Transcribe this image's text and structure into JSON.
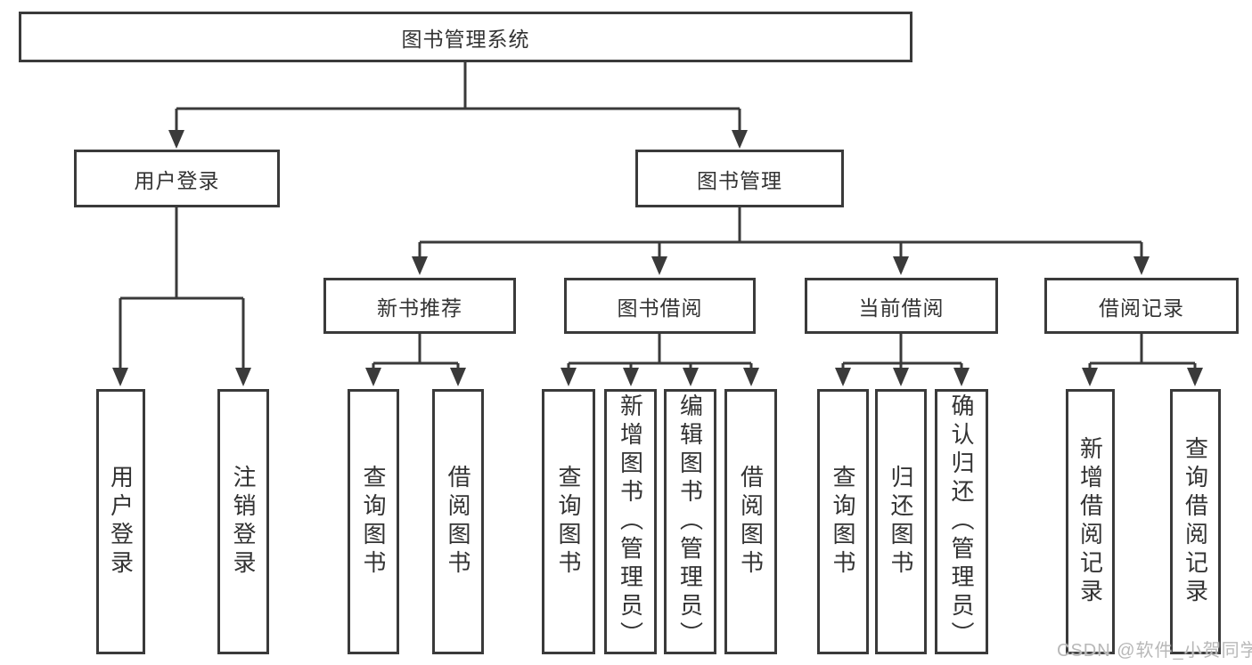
{
  "tree": {
    "root": "图书管理系统",
    "login": {
      "label": "用户登录",
      "children": [
        "用户登录",
        "注销登录"
      ]
    },
    "management": {
      "label": "图书管理",
      "sections": [
        {
          "label": "新书推荐",
          "children": [
            "查询图书",
            "借阅图书"
          ]
        },
        {
          "label": "图书借阅",
          "children": [
            "查询图书",
            "新增图书（管理员）",
            "编辑图书（管理员）",
            "借阅图书"
          ]
        },
        {
          "label": "当前借阅",
          "children": [
            "查询图书",
            "归还图书",
            "确认归还（管理员）"
          ]
        },
        {
          "label": "借阅记录",
          "children": [
            "新增借阅记录",
            "查询借阅记录"
          ]
        }
      ]
    }
  },
  "watermark": "CSDN @软件_小贺同学",
  "colors": {
    "line": "#3a3a3a",
    "text": "#333333",
    "watermark": "#b8b8b8"
  }
}
